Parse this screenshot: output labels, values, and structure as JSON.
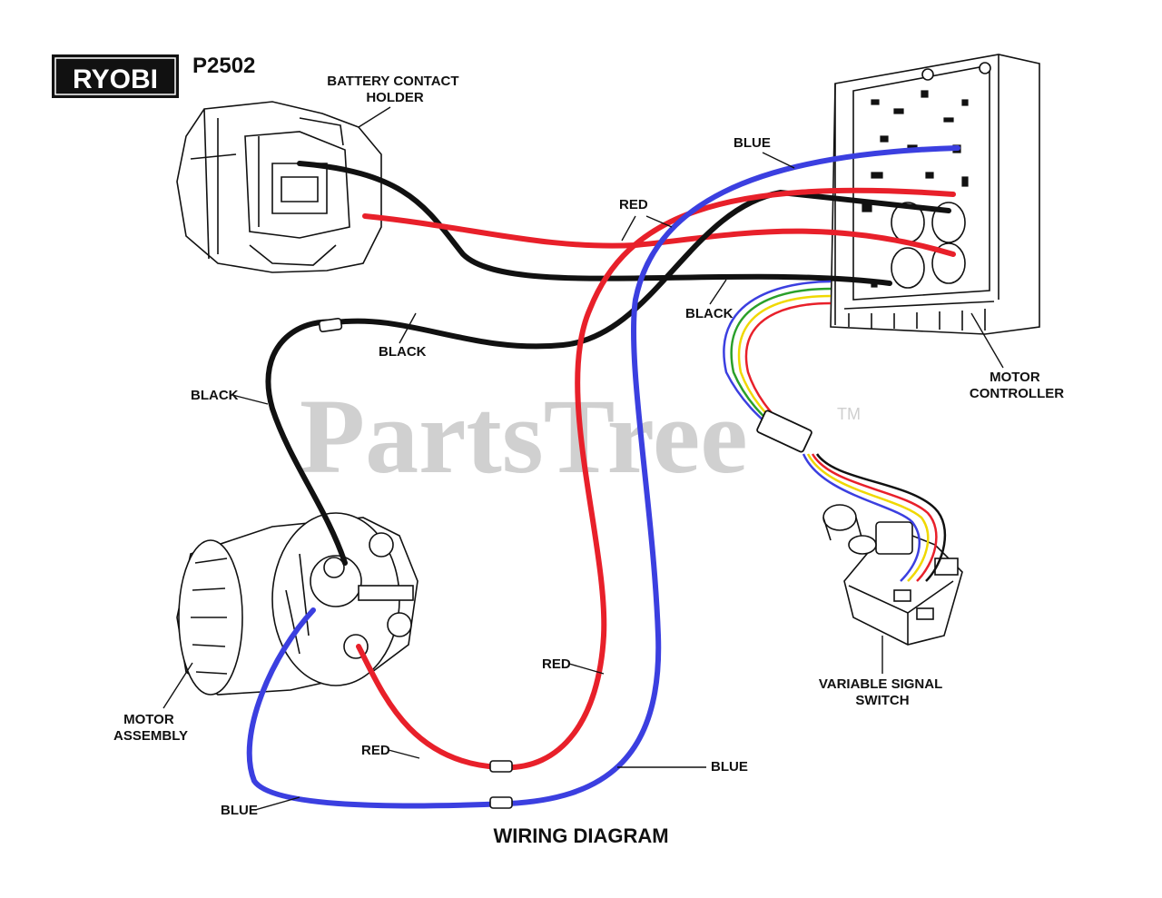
{
  "brand": {
    "logo_text": "RYOBI",
    "model": "P2502"
  },
  "title": "WIRING DIAGRAM",
  "watermark": "PartsTree",
  "watermark_tm": "TM",
  "components": {
    "battery_contact_holder": [
      "BATTERY CONTACT",
      "HOLDER"
    ],
    "motor_controller": [
      "MOTOR",
      "CONTROLLER"
    ],
    "motor_assembly": [
      "MOTOR",
      "ASSEMBLY"
    ],
    "variable_signal_switch": [
      "VARIABLE SIGNAL",
      "SWITCH"
    ]
  },
  "wire_labels": {
    "blue_top": "BLUE",
    "red_top": "RED",
    "black_right": "BLACK",
    "black_mid": "BLACK",
    "black_left": "BLACK",
    "red_mid": "RED",
    "red_bottom": "RED",
    "blue_right": "BLUE",
    "blue_bottom": "BLUE"
  },
  "colors": {
    "red_wire": "#e8202a",
    "blue_wire": "#3b3fe0",
    "black_wire": "#111111",
    "yellow_wire": "#f0d800",
    "green_wire": "#2aa02a",
    "watermark": "#cccccc"
  }
}
